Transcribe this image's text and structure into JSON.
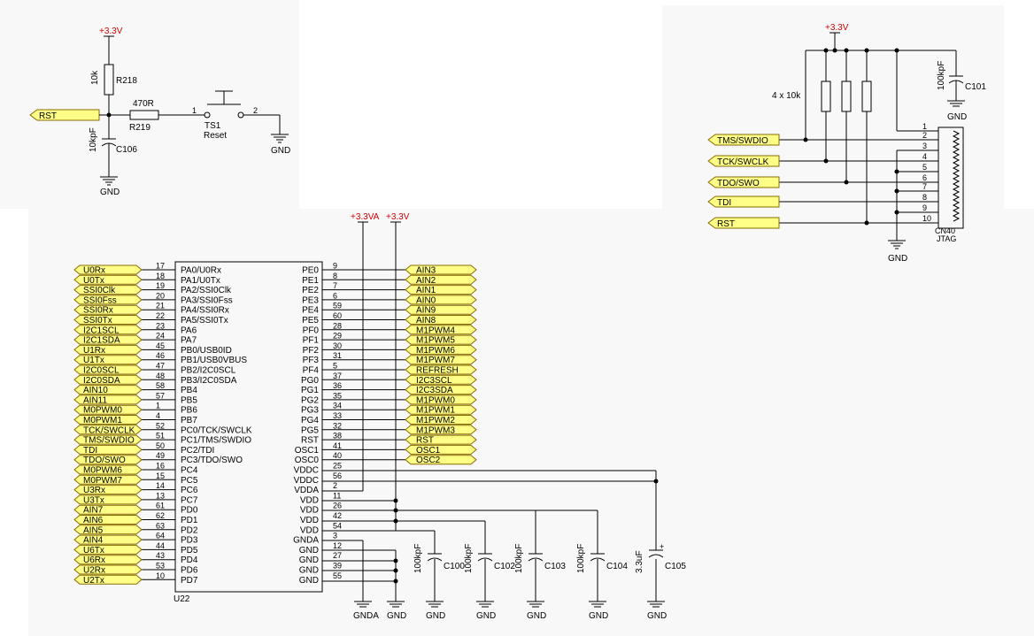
{
  "rail_33v": "+3.3V",
  "rail_33va": "+3.3VA",
  "gnd": "GND",
  "gnda": "GNDA",
  "reset_circuit": {
    "r218_name": "R218",
    "r218_value": "10k",
    "r219_name": "R219",
    "r219_value": "470R",
    "c106_name": "C106",
    "c106_value": "10kpF",
    "switch_name": "TS1",
    "switch_label": "Reset",
    "pin1": "1",
    "pin2": "2",
    "net": "RST"
  },
  "jtag": {
    "pullups_label": "4 x 10k",
    "c101_name": "C101",
    "c101_value": "100kpF",
    "conn_name": "CN40",
    "conn_label": "JTAG",
    "pins": [
      "1",
      "2",
      "3",
      "4",
      "5",
      "6",
      "7",
      "8",
      "9",
      "10"
    ],
    "nets": [
      "TMS/SWDIO",
      "TCK/SWCLK",
      "TDO/SWO",
      "TDI",
      "RST"
    ]
  },
  "mcu": {
    "ref": "U22",
    "left_pins": [
      {
        "net": "U0Rx",
        "num": "17",
        "name": "PA0/U0Rx"
      },
      {
        "net": "U0Tx",
        "num": "18",
        "name": "PA1/U0Tx"
      },
      {
        "net": "SSI0Clk",
        "num": "19",
        "name": "PA2/SSI0Clk"
      },
      {
        "net": "SSI0Fss",
        "num": "20",
        "name": "PA3/SSI0Fss"
      },
      {
        "net": "SSI0Rx",
        "num": "21",
        "name": "PA4/SSI0Rx"
      },
      {
        "net": "SSI0Tx",
        "num": "22",
        "name": "PA5/SSI0Tx"
      },
      {
        "net": "I2C1SCL",
        "num": "23",
        "name": "PA6"
      },
      {
        "net": "I2C1SDA",
        "num": "24",
        "name": "PA7"
      },
      {
        "net": "U1Rx",
        "num": "45",
        "name": "PB0/USB0ID"
      },
      {
        "net": "U1Tx",
        "num": "46",
        "name": "PB1/USB0VBUS"
      },
      {
        "net": "I2C0SCL",
        "num": "47",
        "name": "PB2/I2C0SCL"
      },
      {
        "net": "I2C0SDA",
        "num": "48",
        "name": "PB3/I2C0SDA"
      },
      {
        "net": "AIN10",
        "num": "58",
        "name": "PB4"
      },
      {
        "net": "AIN11",
        "num": "57",
        "name": "PB5"
      },
      {
        "net": "M0PWM0",
        "num": "1",
        "name": "PB6"
      },
      {
        "net": "M0PWM1",
        "num": "4",
        "name": "PB7"
      },
      {
        "net": "TCK/SWCLK",
        "num": "52",
        "name": "PC0/TCK/SWCLK"
      },
      {
        "net": "TMS/SWDIO",
        "num": "51",
        "name": "PC1/TMS/SWDIO"
      },
      {
        "net": "TDI",
        "num": "50",
        "name": "PC2/TDI"
      },
      {
        "net": "TDO/SWO",
        "num": "49",
        "name": "PC3/TDO/SWO"
      },
      {
        "net": "M0PWM6",
        "num": "16",
        "name": "PC4"
      },
      {
        "net": "M0PWM7",
        "num": "15",
        "name": "PC5"
      },
      {
        "net": "U3Rx",
        "num": "14",
        "name": "PC6"
      },
      {
        "net": "U3Tx",
        "num": "13",
        "name": "PC7"
      },
      {
        "net": "AIN7",
        "num": "61",
        "name": "PD0"
      },
      {
        "net": "AIN6",
        "num": "62",
        "name": "PD1"
      },
      {
        "net": "AIN5",
        "num": "63",
        "name": "PD2"
      },
      {
        "net": "AIN4",
        "num": "64",
        "name": "PD3"
      },
      {
        "net": "U6Tx",
        "num": "44",
        "name": "PD5"
      },
      {
        "net": "U6Rx",
        "num": "43",
        "name": "PD4"
      },
      {
        "net": "U2Rx",
        "num": "53",
        "name": "PD6"
      },
      {
        "net": "U2Tx",
        "num": "10",
        "name": "PD7"
      }
    ],
    "right_pins": [
      {
        "name": "PE0",
        "num": "9",
        "net": "AIN3"
      },
      {
        "name": "PE1",
        "num": "8",
        "net": "AIN2"
      },
      {
        "name": "PE2",
        "num": "7",
        "net": "AIN1"
      },
      {
        "name": "PE3",
        "num": "6",
        "net": "AIN0"
      },
      {
        "name": "PE4",
        "num": "59",
        "net": "AIN9"
      },
      {
        "name": "PE5",
        "num": "60",
        "net": "AIN8"
      },
      {
        "name": "PF0",
        "num": "28",
        "net": "M1PWM4"
      },
      {
        "name": "PF1",
        "num": "29",
        "net": "M1PWM5"
      },
      {
        "name": "PF2",
        "num": "30",
        "net": "M1PWM6"
      },
      {
        "name": "PF3",
        "num": "31",
        "net": "M1PWM7"
      },
      {
        "name": "PF4",
        "num": "5",
        "net": "REFRESH"
      },
      {
        "name": "PG0",
        "num": "37",
        "net": "I2C3SCL"
      },
      {
        "name": "PG1",
        "num": "36",
        "net": "I2C3SDA"
      },
      {
        "name": "PG2",
        "num": "35",
        "net": "M1PWM0"
      },
      {
        "name": "PG3",
        "num": "34",
        "net": "M1PWM1"
      },
      {
        "name": "PG4",
        "num": "33",
        "net": "M1PWM2"
      },
      {
        "name": "PG5",
        "num": "32",
        "net": "M1PWM3"
      },
      {
        "name": "RST",
        "num": "38",
        "net": "RST"
      },
      {
        "name": "OSC1",
        "num": "41",
        "net": "OSC1"
      },
      {
        "name": "OSC0",
        "num": "40",
        "net": "OSC2"
      },
      {
        "name": "VDDC",
        "num": "25",
        "net": ""
      },
      {
        "name": "VDDC",
        "num": "56",
        "net": ""
      },
      {
        "name": "VDDA",
        "num": "2",
        "net": ""
      },
      {
        "name": "VDD",
        "num": "11",
        "net": ""
      },
      {
        "name": "VDD",
        "num": "26",
        "net": ""
      },
      {
        "name": "VDD",
        "num": "42",
        "net": ""
      },
      {
        "name": "VDD",
        "num": "54",
        "net": ""
      },
      {
        "name": "GNDA",
        "num": "3",
        "net": ""
      },
      {
        "name": "GND",
        "num": "12",
        "net": ""
      },
      {
        "name": "GND",
        "num": "27",
        "net": ""
      },
      {
        "name": "GND",
        "num": "39",
        "net": ""
      },
      {
        "name": "GND",
        "num": "55",
        "net": ""
      }
    ]
  },
  "decoupling": [
    {
      "name": "C100",
      "value": "100kpF"
    },
    {
      "name": "C102",
      "value": "100kpF"
    },
    {
      "name": "C103",
      "value": "100kpF"
    },
    {
      "name": "C104",
      "value": "100kpF"
    },
    {
      "name": "C105",
      "value": "3.3uF"
    }
  ]
}
